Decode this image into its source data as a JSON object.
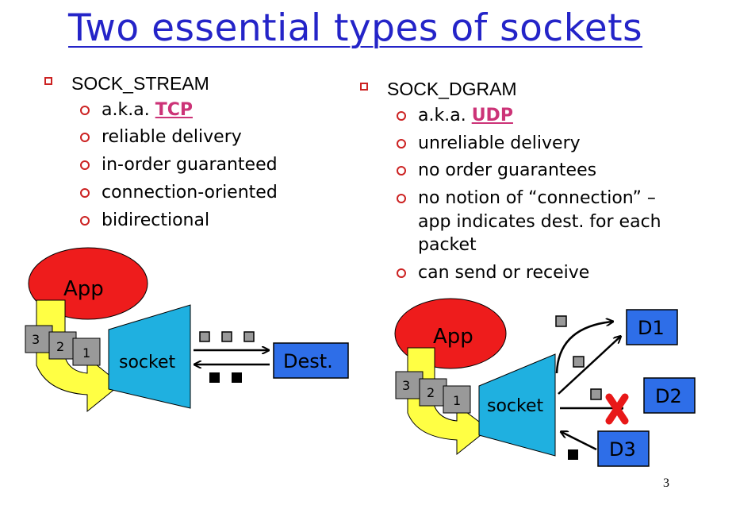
{
  "title": "Two essential types of sockets",
  "left": {
    "heading": "SOCK_STREAM",
    "aka_prefix": "a.k.a.",
    "aka_protocol": "TCP",
    "items": [
      "reliable delivery",
      "in-order guaranteed",
      "connection-oriented",
      "bidirectional"
    ]
  },
  "right": {
    "heading": "SOCK_DGRAM",
    "aka_prefix": "a.k.a.",
    "aka_protocol": "UDP",
    "items": [
      "unreliable delivery",
      "no order guarantees",
      "no notion of “connection” –",
      "app indicates dest. for each",
      "packet",
      "can send or receive"
    ]
  },
  "diagram_left": {
    "app": "App",
    "socket": "socket",
    "dest": "Dest.",
    "packets": [
      "3",
      "2",
      "1"
    ]
  },
  "diagram_right": {
    "app": "App",
    "socket": "socket",
    "dests": [
      "D1",
      "D2",
      "D3"
    ],
    "packets": [
      "3",
      "2",
      "1"
    ]
  },
  "colors": {
    "title": "#2424c8",
    "keyword": "#cc3377",
    "bullet": "#cc2222",
    "app": "#ee1c1c",
    "socket": "#1fb0e0",
    "arrow": "#ffff44",
    "dest": "#2e6ee8"
  },
  "page_number": "3"
}
